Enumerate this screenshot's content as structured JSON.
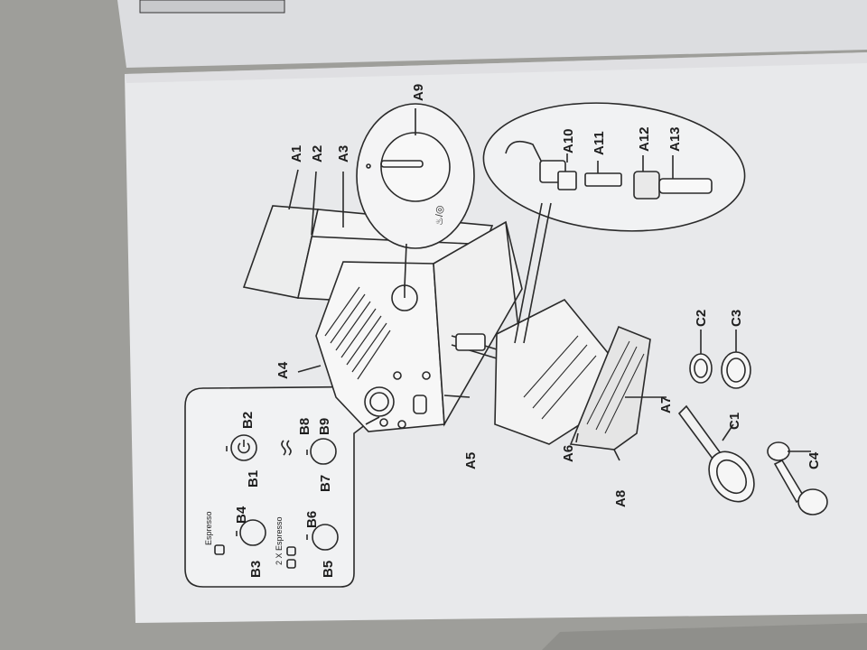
{
  "labels": {
    "A1": "A1",
    "A2": "A2",
    "A3": "A3",
    "A4": "A4",
    "A5": "A5",
    "A6": "A6",
    "A7": "A7",
    "A8": "A8",
    "A9": "A9",
    "A10": "A10",
    "A11": "A11",
    "A12": "A12",
    "A13": "A13",
    "B1": "B1",
    "B2": "B2",
    "B3": "B3",
    "B4": "B4",
    "B5": "B5",
    "B6": "B6",
    "B7": "B7",
    "B8": "B8",
    "B9": "B9",
    "C1": "C1",
    "C2": "C2",
    "C3": "C3",
    "C4": "C4"
  },
  "panel_text": {
    "espresso": "Espresso",
    "double_espresso": "2 X Espresso"
  },
  "colors": {
    "paper": "#e9eaec",
    "line": "#2a2a2a",
    "background": "#9c9c98"
  },
  "icons": [
    "power-icon",
    "steam-icon",
    "espresso-cup-icon",
    "double-espresso-cup-icon",
    "steam-dial-icon"
  ]
}
